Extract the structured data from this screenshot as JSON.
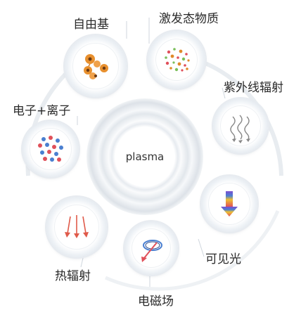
{
  "center_label": "plasma",
  "nodes": {
    "free_radicals": "自由基",
    "excited_species": "激发态物质",
    "uv_radiation": "紫外线辐射",
    "electrons_ions": "电子+离子",
    "visible_light": "可见光",
    "thermal_radiation": "热辐射",
    "electromagnetic_field": "电磁场"
  },
  "colors": {
    "ring_light": "#eef1f5",
    "ring_mid": "#dfe5ec",
    "label_text": "#2a2a2a",
    "particle_red": "#e0505a",
    "particle_blue": "#4a7fd0",
    "particle_orange": "#e08a2a",
    "particle_green": "#7bbf5a"
  },
  "icons": {
    "free_radicals": "radical-molecules-icon",
    "excited_species": "excited-particles-icon",
    "uv_radiation": "uv-waves-icon",
    "electrons_ions": "electron-ion-particles-icon",
    "visible_light": "rainbow-arrow-icon",
    "thermal_radiation": "heat-arrows-icon",
    "electromagnetic_field": "em-field-arrow-icon"
  }
}
